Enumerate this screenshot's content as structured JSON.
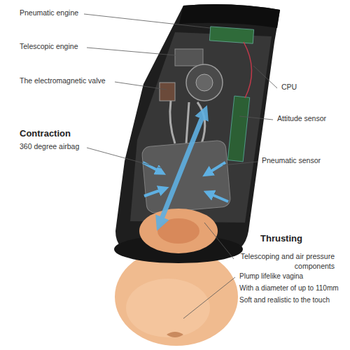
{
  "diagram": {
    "labels": [
      "Pneumatic engine",
      "Telescopic engine",
      "The electromagnetic valve",
      "CPU",
      "Attitude sensor",
      "Contraction",
      "360 degree airbag",
      "Pneumatic sensor",
      "Thrusting",
      "Telescoping and air pressure components",
      "Plump lifelike vagina",
      "With a diameter of up to 110mm",
      "Soft and realistic to the touch"
    ]
  }
}
